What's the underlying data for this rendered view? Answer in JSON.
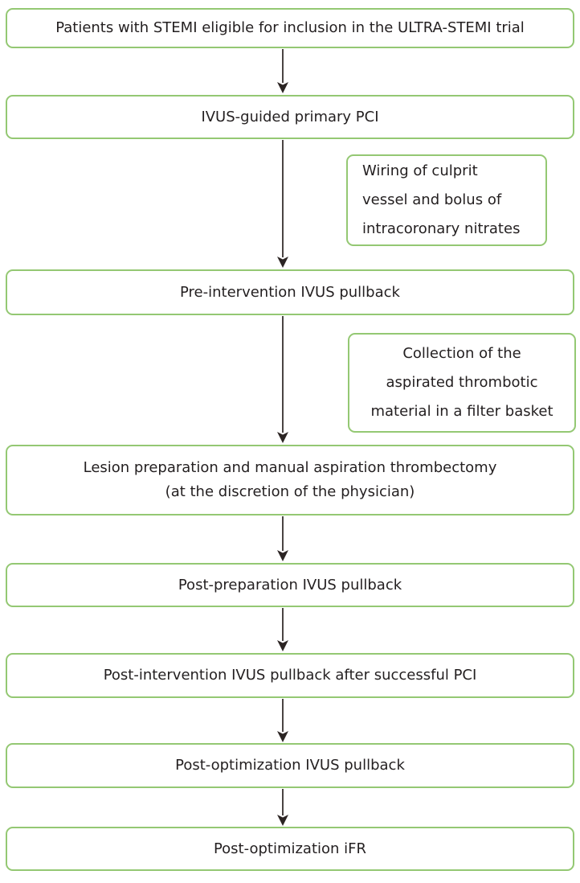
{
  "diagram": {
    "type": "flowchart",
    "steps": [
      {
        "label": "Patients with STEMI eligible for inclusion in the ULTRA-STEMI trial"
      },
      {
        "label": "IVUS-guided primary PCI"
      },
      {
        "label": "Pre-intervention IVUS pullback"
      },
      {
        "label": "Lesion preparation and manual aspiration thrombectomy\n(at the discretion of the physician)"
      },
      {
        "label": "Post-preparation IVUS pullback"
      },
      {
        "label": "Post-intervention IVUS pullback after successful PCI"
      },
      {
        "label": "Post-optimization IVUS pullback"
      },
      {
        "label": "Post-optimization iFR"
      }
    ],
    "side_notes": [
      {
        "label": "Wiring of culprit\nvessel and bolus of\nintracoronary nitrates"
      },
      {
        "label": "Collection of the\naspirated thrombotic\nmaterial in a filter basket"
      }
    ],
    "colors": {
      "box_border": "#94c873",
      "text": "#231f20",
      "arrow_shaft": "#4a4443",
      "arrow_head": "#2b2423",
      "background": "#ffffff"
    }
  }
}
